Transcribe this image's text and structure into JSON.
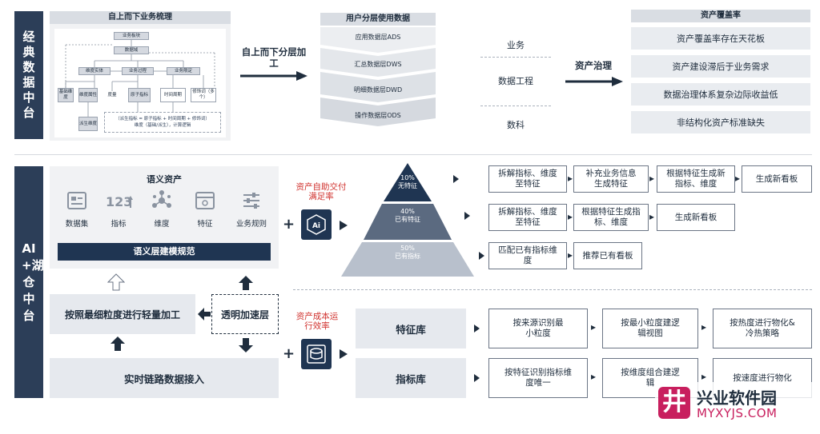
{
  "top": {
    "side_label": "经典数据中台",
    "business_title": "自上而下业务梳理",
    "mini": {
      "b1": "业务板块",
      "b2": "数据域",
      "b3": "维度实体",
      "b4": "业务过程",
      "b5": "业务限定",
      "b6": "基础维度",
      "b7": "维度属性",
      "b8": "度量",
      "b9": "原子指标",
      "b10": "时间周期",
      "b11": "修饰词（多个）",
      "b12": "派生维度",
      "b13": "（派生指标 = 原子指标 + 时间周期 + 修饰词）",
      "b14": "维度（基础/派生），计算逻辑"
    },
    "layer_arrow_label": "自上而下分层加工",
    "layers_title": "用户分层使用数据",
    "layers": [
      "应用数据层ADS",
      "汇总数据层DWS",
      "明细数据层DWD",
      "操作数据层ODS"
    ],
    "roles": [
      "业务",
      "数据工程",
      "数科"
    ],
    "governance_label": "资产治理",
    "coverage_title": "资产覆盖率",
    "coverage_items": [
      "资产覆盖率存在天花板",
      "资产建设滞后于业务需求",
      "数据治理体系复杂边际收益低",
      "非结构化资产标准缺失"
    ]
  },
  "bottom": {
    "side_label": "AI+湖仓中台",
    "semantic_title": "语义资产",
    "semantic_items": [
      {
        "label": "数据集",
        "icon": "dataset-icon"
      },
      {
        "label": "指标",
        "icon": "metric-icon"
      },
      {
        "label": "维度",
        "icon": "dimension-icon"
      },
      {
        "label": "特征",
        "icon": "feature-icon"
      },
      {
        "label": "业务规则",
        "icon": "rules-icon"
      }
    ],
    "semantic_bar": "语义层建模规范",
    "light_process": "按照最细粒度进行轻量加工",
    "transparent_layer": "透明加速层",
    "realtime": "实时链路数据接入",
    "self_service_label": "资产自助交付满足率",
    "ops_label": "资产成本运行效率",
    "ai_icon_text": "Ai",
    "pyramid": [
      {
        "pct": "10%",
        "text": "无特征"
      },
      {
        "pct": "40%",
        "text": "已有特征"
      },
      {
        "pct": "50%",
        "text": "已有指标"
      }
    ],
    "row1": [
      "拆解指标、维度至特征",
      "补充业务信息生成特征",
      "根据特征生成新指标、维度",
      "生成新看板"
    ],
    "row2": [
      "拆解指标、维度至特征",
      "根据特征生成指标、维度",
      "生成新看板"
    ],
    "row3": [
      "匹配已有指标维度",
      "推荐已有看板"
    ],
    "feature_lib": "特征库",
    "metric_lib": "指标库",
    "feature_row": [
      "按来源识别最小粒度",
      "按最小粒度建逻辑视图",
      "按热度进行物化& 冷热策略"
    ],
    "metric_row": [
      "按特征识别指标维度唯一",
      "按维度组合建逻辑",
      "按速度进行物化"
    ]
  },
  "watermark": {
    "brand": "兴业软件园",
    "url": "MYXYJS.COM",
    "logo_char": "井"
  }
}
